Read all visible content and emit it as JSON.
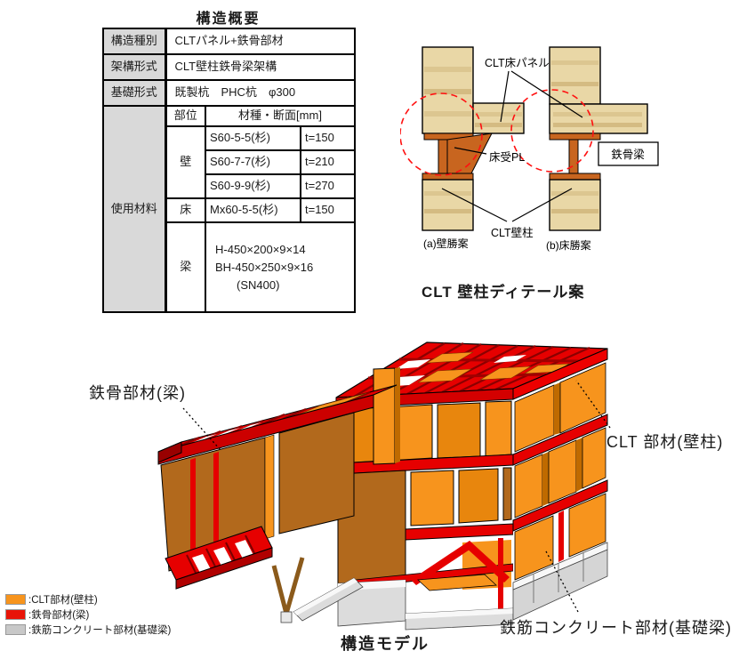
{
  "table": {
    "title": "構造概要",
    "rows": [
      {
        "label": "構造種別",
        "value": "CLTパネル+鉄骨部材"
      },
      {
        "label": "架構形式",
        "value": "CLT壁柱鉄骨梁架構"
      },
      {
        "label": "基礎形式",
        "value": "既製杭　PHC杭　φ300"
      }
    ],
    "materials": {
      "label": "使用材料",
      "col_part": "部位",
      "col_spec": "材種・断面[mm]",
      "wall": {
        "part": "壁",
        "rows": [
          {
            "spec": "S60-5-5(杉)",
            "t": "t=150"
          },
          {
            "spec": "S60-7-7(杉)",
            "t": "t=210"
          },
          {
            "spec": "S60-9-9(杉)",
            "t": "t=270"
          }
        ]
      },
      "floor": {
        "part": "床",
        "spec": "Mx60-5-5(杉)",
        "t": "t=150"
      },
      "beam": {
        "part": "梁",
        "lines": [
          "H-450×200×9×14",
          "BH-450×250×9×16",
          "(SN400)"
        ]
      }
    }
  },
  "detail": {
    "caption": "CLT 壁柱ディテール案",
    "label_floor_panel": "CLT床パネル",
    "label_support_plate": "床受PL",
    "label_steel_beam": "鉄骨梁",
    "label_wall_column": "CLT壁柱",
    "caption_a": "(a)壁勝案",
    "caption_b": "(b)床勝案"
  },
  "model": {
    "caption": "構造モデル",
    "label_steel": "鉄骨部材(梁)",
    "label_clt": "CLT 部材(壁柱)",
    "label_rc": "鉄筋コンクリート部材(基礎梁)",
    "legend": [
      {
        "color": "#F7941D",
        "label": ":CLT部材(壁柱)"
      },
      {
        "color": "#E81408",
        "label": ":鉄骨部材(梁)"
      },
      {
        "color": "#C8C8C8",
        "label": ":鉄筋コンクリート部材(基礎梁)"
      }
    ],
    "colors": {
      "clt_front": "#F7941D",
      "clt_side": "#B2691C",
      "steel_beam": "#E60000",
      "rc_foundation": "#D8D8D8"
    }
  }
}
